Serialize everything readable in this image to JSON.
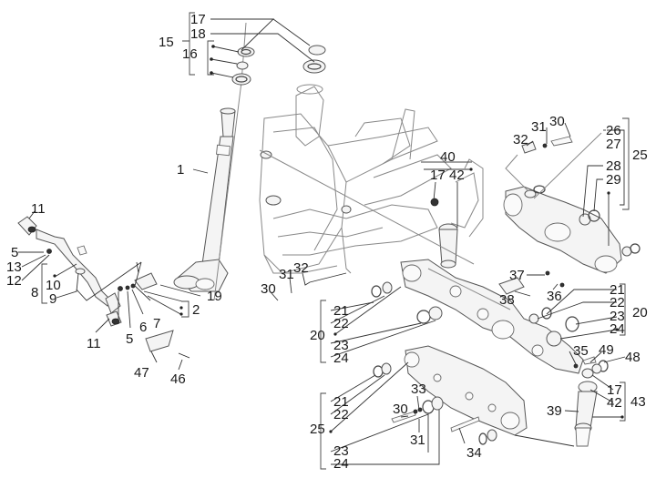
{
  "diagram": {
    "type": "exploded-parts-diagram",
    "subject": "Frame and swing arm assembly",
    "labels": {
      "l1": "1",
      "l2": "2",
      "l5a": "5",
      "l5b": "5",
      "l6": "6",
      "l7": "7",
      "l8": "8",
      "l9": "9",
      "l10": "10",
      "l11a": "11",
      "l11b": "11",
      "l12": "12",
      "l13": "13",
      "l15": "15",
      "l16": "16",
      "l17a": "17",
      "l17b": "17",
      "l17c": "17",
      "l18": "18",
      "l19": "19",
      "l20a": "20",
      "l20b": "20",
      "l21a": "21",
      "l21b": "21",
      "l21c": "21",
      "l22a": "22",
      "l22b": "22",
      "l22c": "22",
      "l23a": "23",
      "l23b": "23",
      "l23c": "23",
      "l24a": "24",
      "l24b": "24",
      "l24c": "24",
      "l25a": "25",
      "l25b": "25",
      "l26": "26",
      "l27": "27",
      "l28": "28",
      "l29": "29",
      "l30a": "30",
      "l30b": "30",
      "l30c": "30",
      "l31a": "31",
      "l31b": "31",
      "l31c": "31",
      "l32a": "32",
      "l32b": "32",
      "l33": "33",
      "l34": "34",
      "l35": "35",
      "l36": "36",
      "l37": "37",
      "l38": "38",
      "l39": "39",
      "l40": "40",
      "l42a": "42",
      "l42b": "42",
      "l43": "43",
      "l46": "46",
      "l47": "47",
      "l48": "48",
      "l49": "49"
    }
  }
}
